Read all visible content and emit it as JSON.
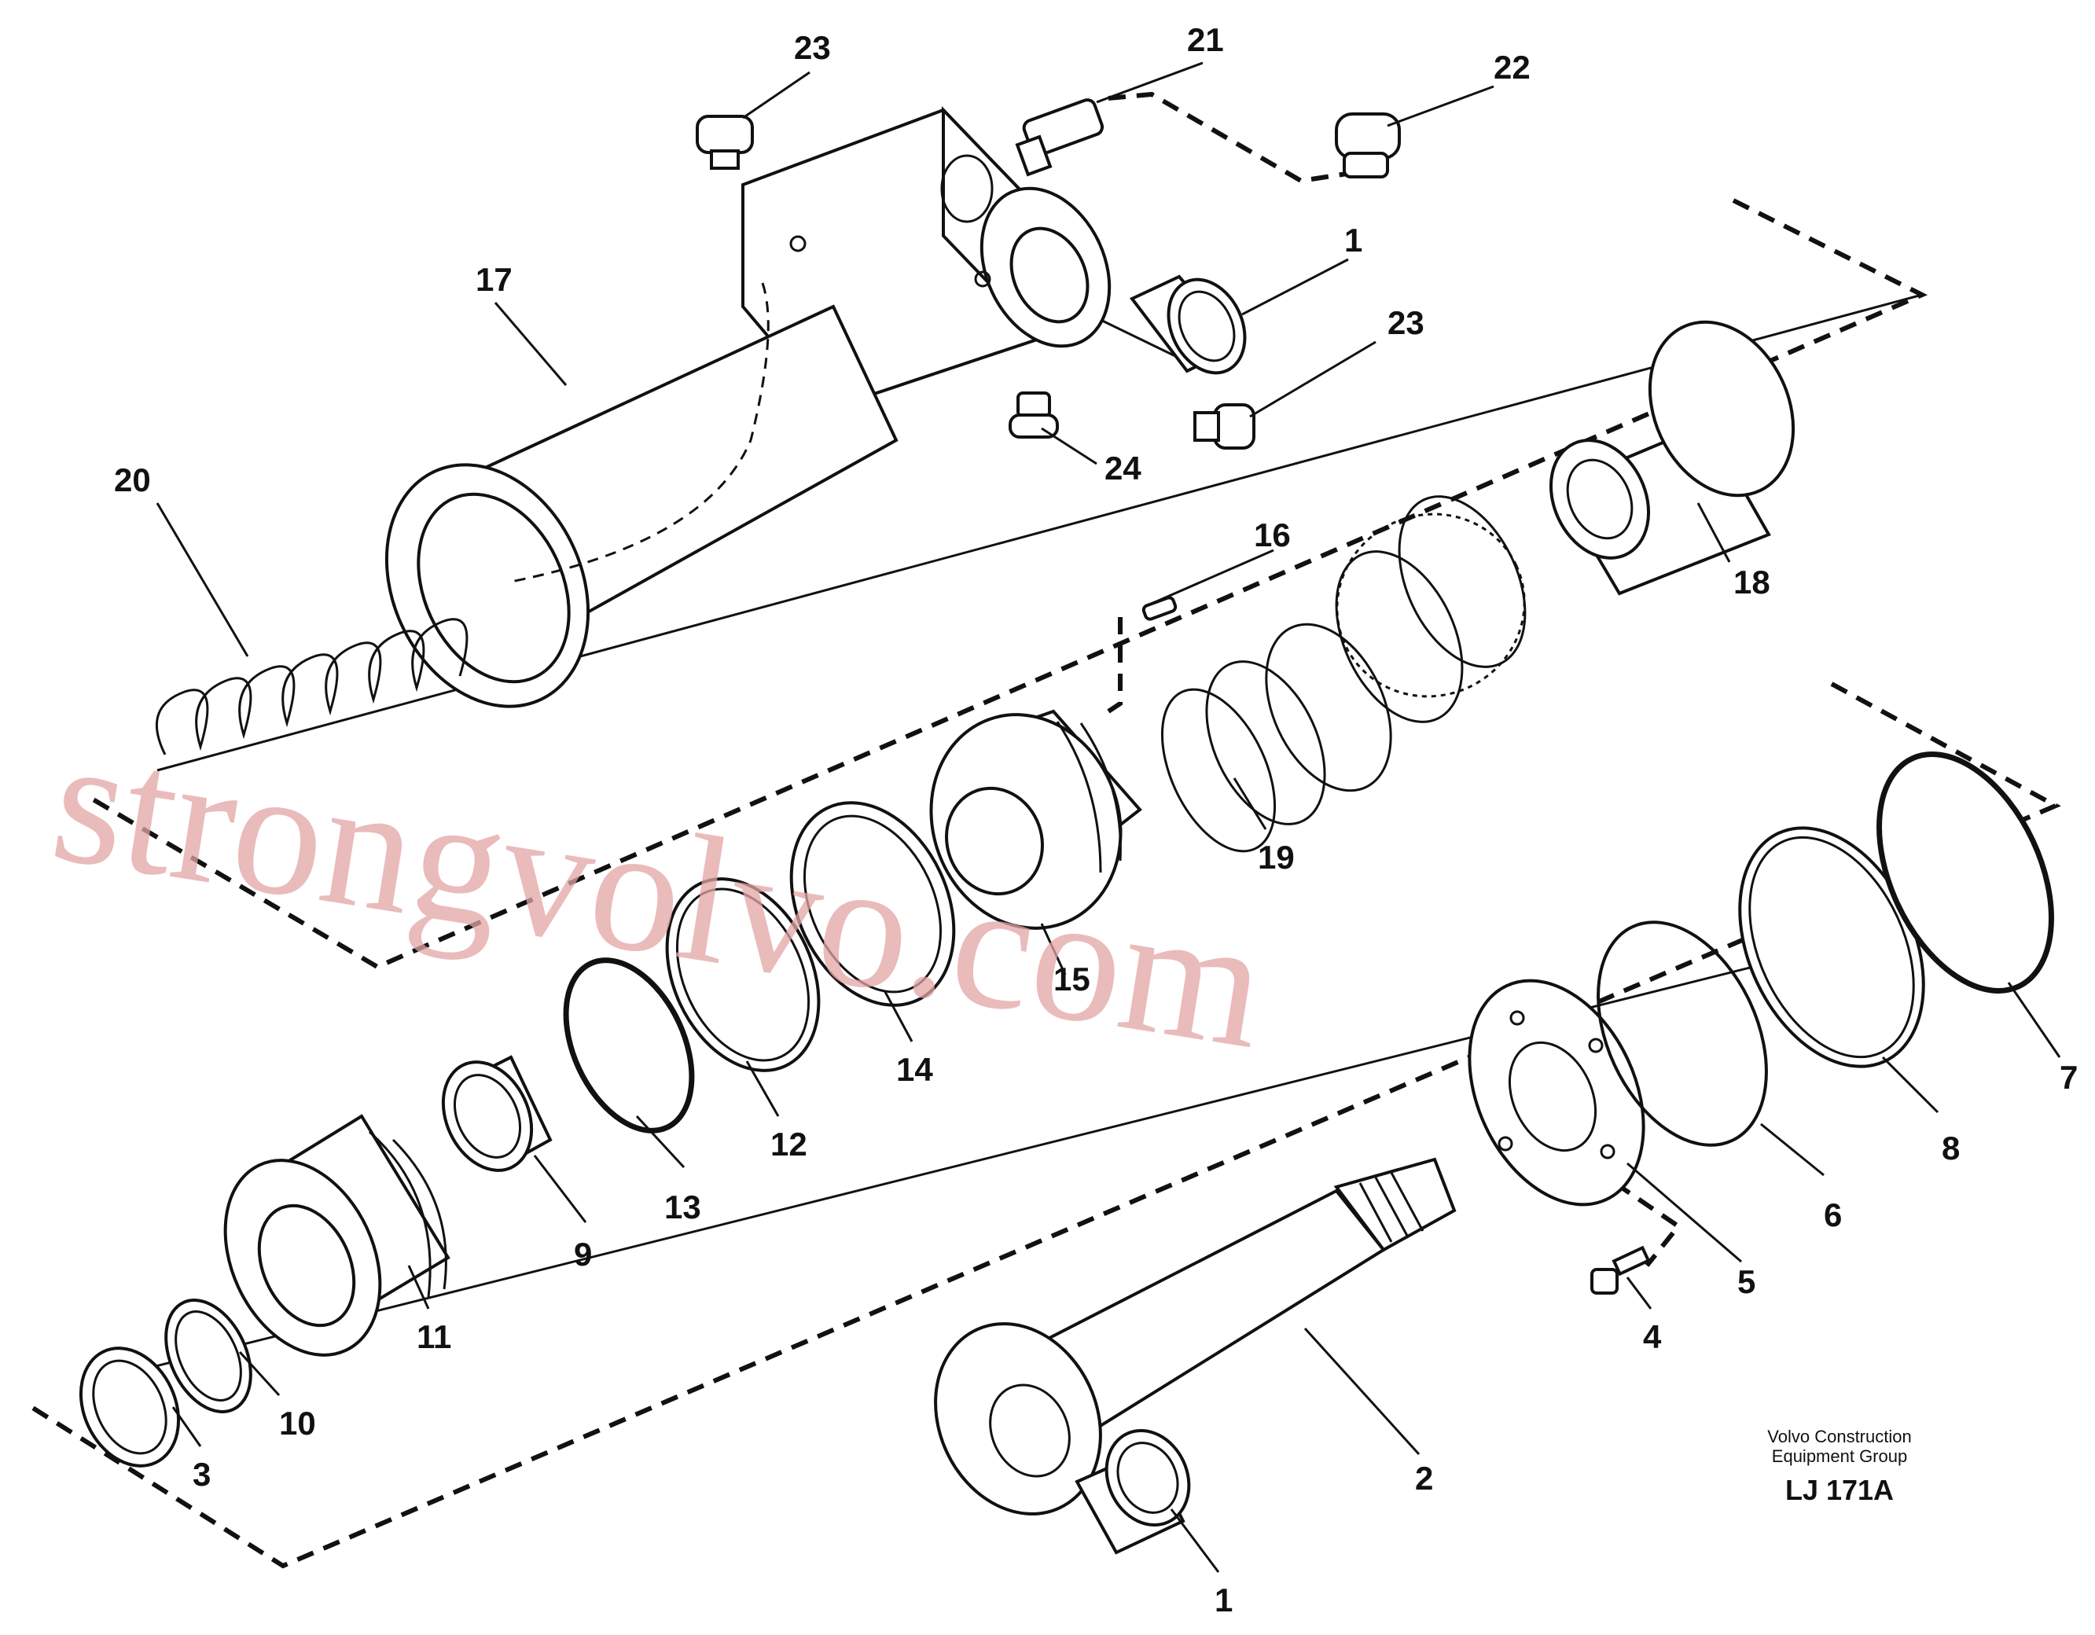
{
  "watermark": "strongvolvo.com",
  "credit": {
    "line1": "Volvo Construction",
    "line2": "Equipment Group"
  },
  "drawing_code": "LJ 171A",
  "labels": {
    "p1a": "1",
    "p1b": "1",
    "p2": "2",
    "p3": "3",
    "p4": "4",
    "p5": "5",
    "p6": "6",
    "p7": "7",
    "p8": "8",
    "p9": "9",
    "p10": "10",
    "p11": "11",
    "p12": "12",
    "p13": "13",
    "p14": "14",
    "p15": "15",
    "p16": "16",
    "p17": "17",
    "p18": "18",
    "p19": "19",
    "p20": "20",
    "p21": "21",
    "p22": "22",
    "p23a": "23",
    "p23b": "23",
    "p24": "24"
  }
}
